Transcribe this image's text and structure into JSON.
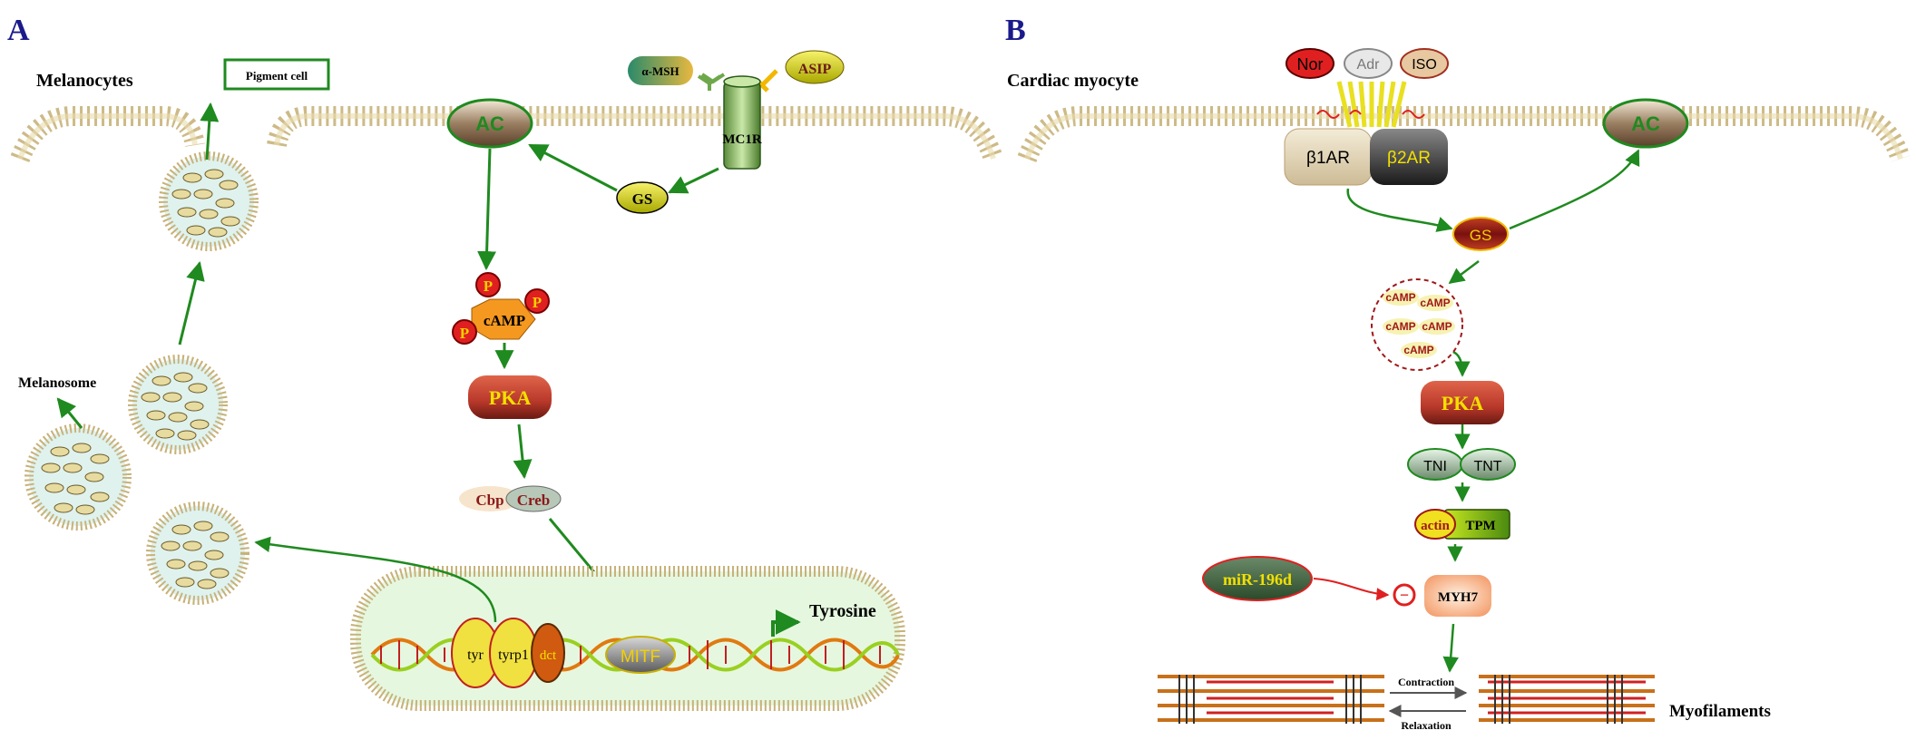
{
  "panel_a": {
    "panel_label": "A",
    "cell_title": "Melanocytes",
    "pigment_cell_label": "Pigment cell",
    "melanosome_label": "Melanosome",
    "ac_label": "AC",
    "gs_label": "GS",
    "msh_label": "α-MSH",
    "asip_label": "ASIP",
    "mc1r_label": "MC1R",
    "camp_label": "cAMP",
    "p_label": "P",
    "pka_label": "PKA",
    "cbp_label": "Cbp",
    "creb_label": "Creb",
    "mitf_label": "MITF",
    "tyr_label": "tyr",
    "tyrp1_label": "tyrp1",
    "dct_label": "dct",
    "tyrosine_label": "Tyrosine"
  },
  "panel_b": {
    "panel_label": "B",
    "cell_title": "Cardiac myocyte",
    "nor_label": "Nor",
    "adr_label": "Adr",
    "iso_label": "ISO",
    "b1ar_label": "β1AR",
    "b2ar_label": "β2AR",
    "ac_label": "AC",
    "gs_label": "GS",
    "camp_label": "cAMP",
    "pka_label": "PKA",
    "tni_label": "TNI",
    "tnt_label": "TNT",
    "actin_label": "actin",
    "tpm_label": "TPM",
    "mir_label": "miR-196d",
    "inhibit_symbol": "−",
    "myh7_label": "MYH7",
    "contraction_label": "Contraction",
    "relaxation_label": "Relaxation",
    "myofilaments_label": "Myofilaments"
  },
  "colors": {
    "arrow_green": "#1f8a1f",
    "panel_label_blue": "#1a1a8c",
    "membrane": "#c8b27a",
    "pka_red": "#b8382a",
    "inhibit_red": "#e02020"
  }
}
